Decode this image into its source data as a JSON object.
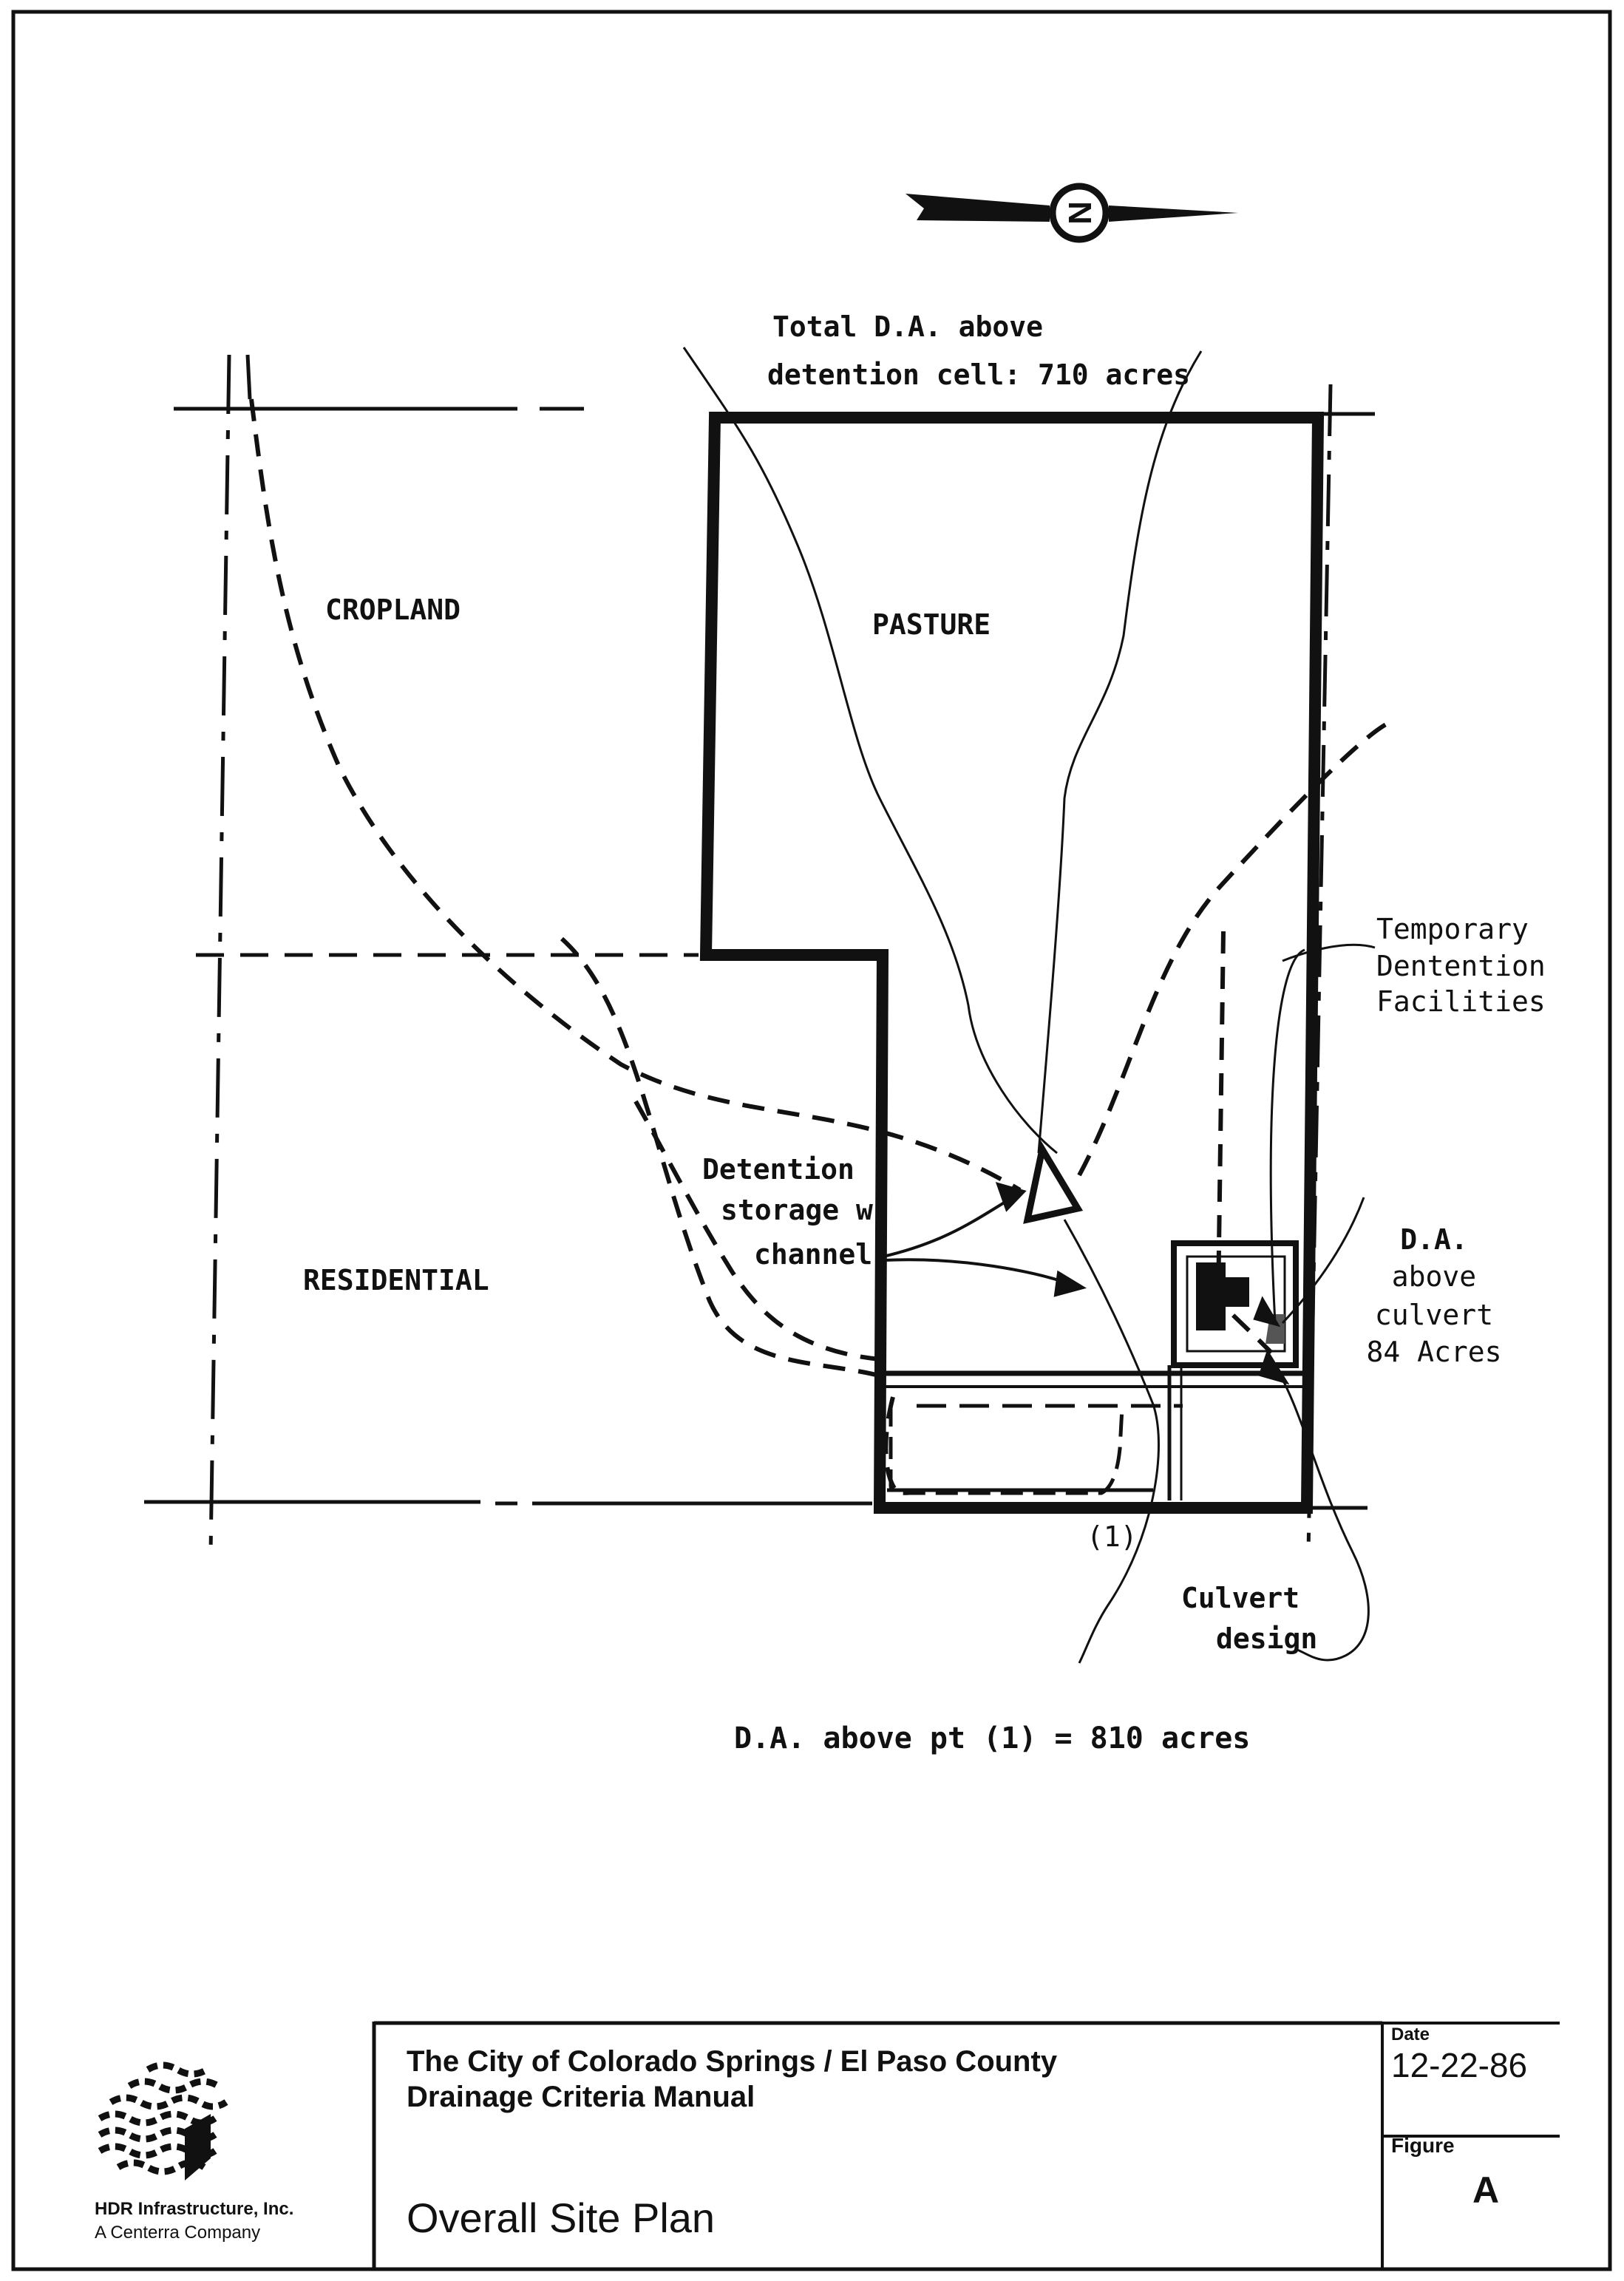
{
  "labels": {
    "total_da_line1": "Total D.A. above",
    "total_da_line2": "detention cell: 710 acres",
    "cropland": "CROPLAND",
    "pasture": "PASTURE",
    "residential": "RESIDENTIAL",
    "temporary_line1": "Temporary",
    "temporary_line2": "Dentention",
    "temporary_line3": "Facilities",
    "detention_line1": "Detention",
    "detention_line2": "storage w",
    "detention_line3": "channel",
    "da_culvert_line1": "D.A.",
    "da_culvert_line2": "above",
    "da_culvert_line3": "culvert",
    "da_culvert_line4": "84 Acres",
    "point_one": "(1)",
    "culvert_design_line1": "Culvert",
    "culvert_design_line2": "design",
    "da_point": "D.A. above pt (1) = 810 acres"
  },
  "title_block": {
    "line1": "The City of Colorado Springs / El Paso County",
    "line2": "Drainage Criteria Manual",
    "title": "Overall Site Plan",
    "date_label": "Date",
    "date_value": "12-22-86",
    "figure_label": "Figure",
    "figure_value": "A"
  },
  "logo": {
    "company": "HDR Infrastructure, Inc.",
    "tagline": "A Centerra Company"
  },
  "north_arrow": {
    "letter": "N"
  }
}
